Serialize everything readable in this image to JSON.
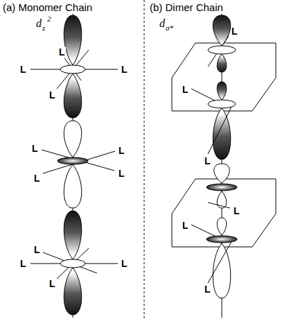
{
  "diagram": {
    "labels": [
      "(a) Monomer Chain",
      "(b) Dimer Chain",
      "d",
      "z",
      "2",
      "d",
      "σ*",
      "L",
      "L",
      "L",
      "L",
      "L",
      "L",
      "L",
      "L",
      "L",
      "L",
      "L",
      "L",
      "L",
      "L",
      "L",
      "L",
      "L",
      "L"
    ]
  }
}
